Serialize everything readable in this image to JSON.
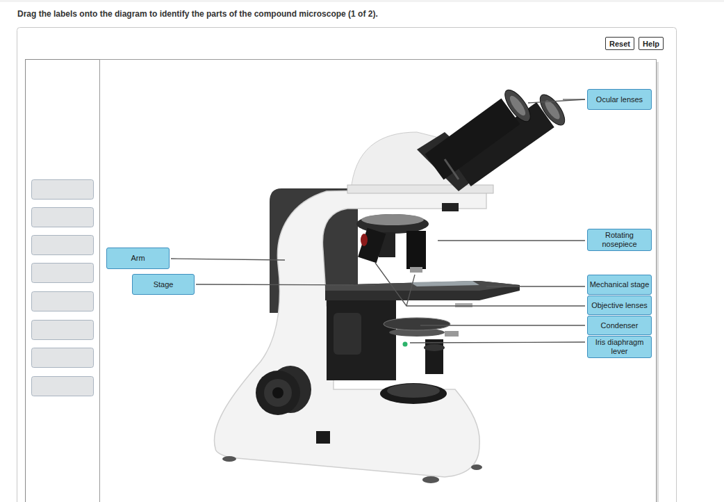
{
  "diagram": {
    "title": "Drag the labels onto the diagram to identify the parts of the compound microscope (1 of 2).",
    "nodes": [
      {
        "text": [
          "Reset"
        ]
      },
      {
        "text": [
          "Help"
        ]
      },
      {
        "text": [
          "Ocular lenses"
        ]
      },
      {
        "text": [
          "Rotating nosepiece"
        ]
      },
      {
        "text": [
          "Arm"
        ]
      },
      {
        "text": [
          "Stage"
        ]
      },
      {
        "text": [
          "Mechanical stage"
        ]
      },
      {
        "text": [
          "Objective lenses"
        ]
      },
      {
        "text": [
          "Condenser"
        ]
      },
      {
        "text": [
          "Iris diaphragm lever"
        ]
      }
    ]
  }
}
